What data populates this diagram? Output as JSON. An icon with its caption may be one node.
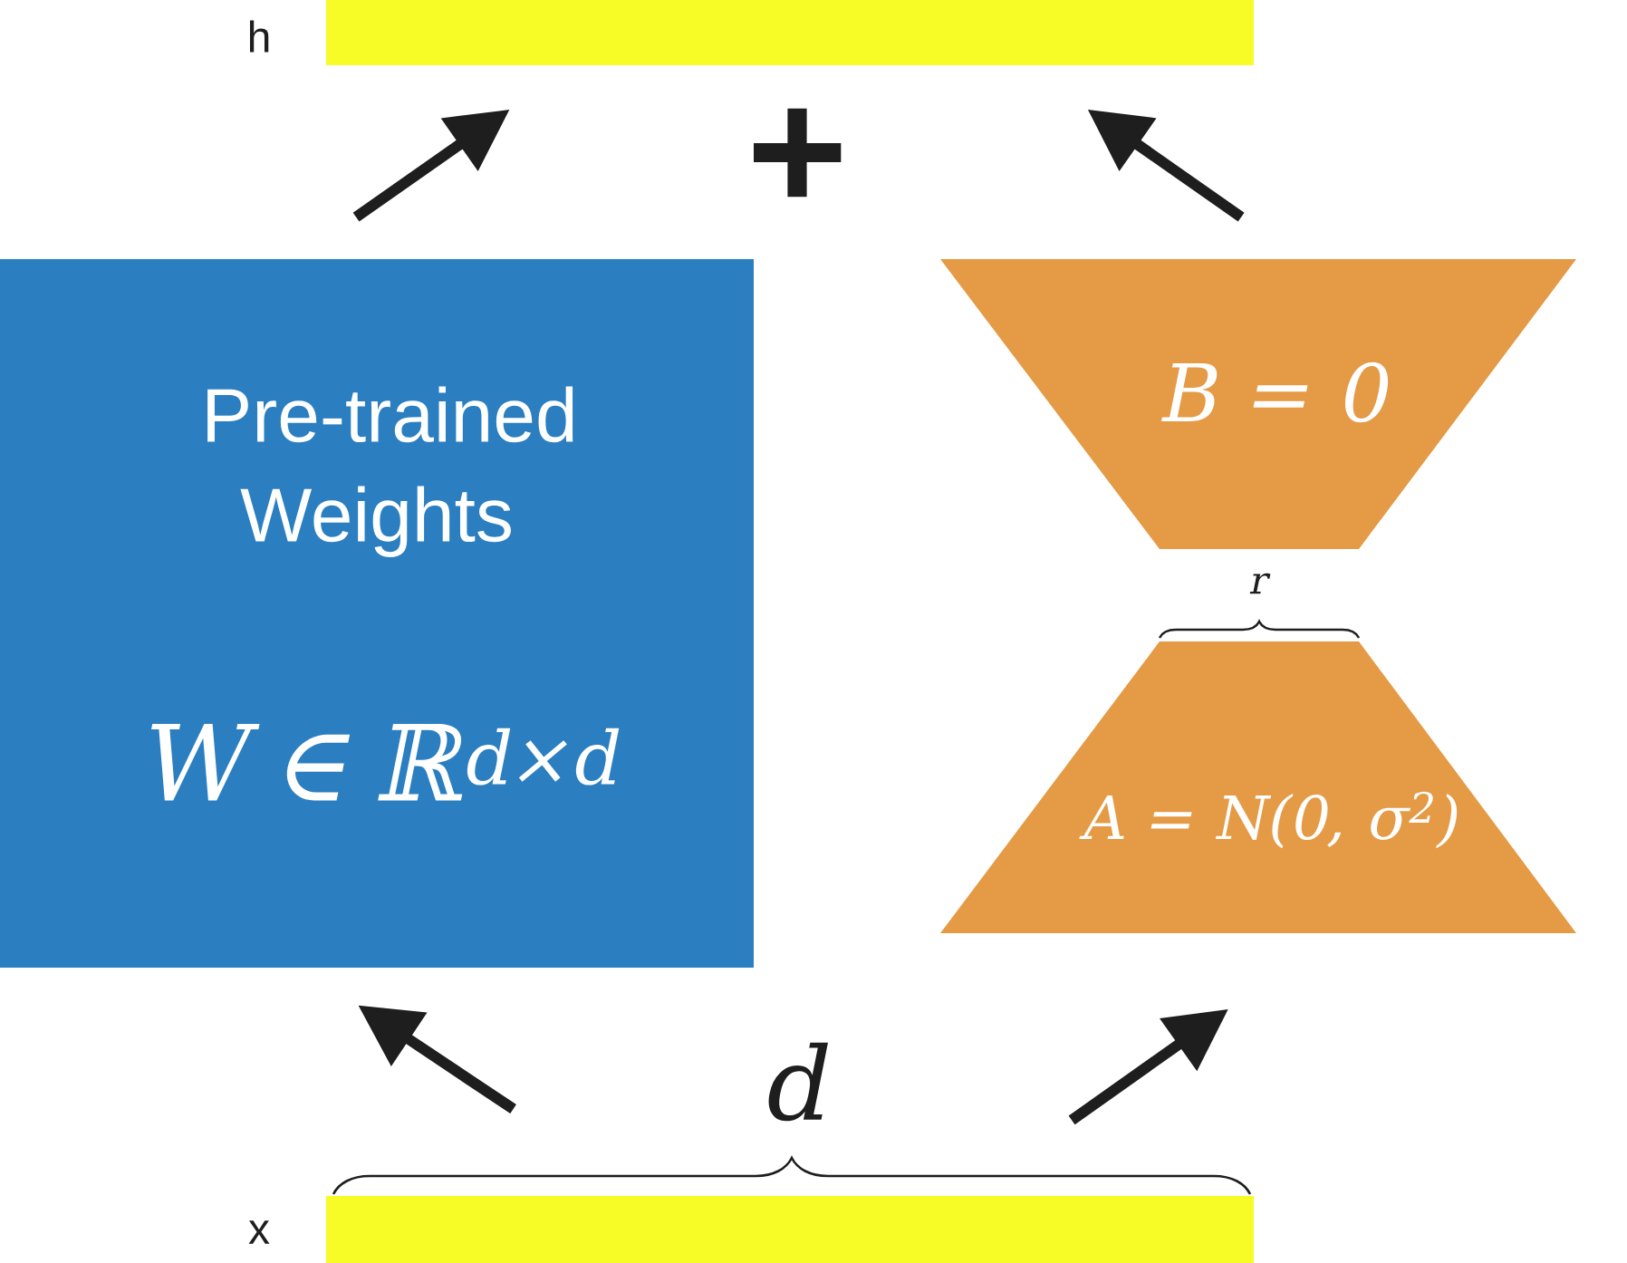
{
  "diagram": {
    "nodes": [
      {
        "text": [],
        "shape": "bar",
        "beside": [
          "h"
        ]
      },
      {
        "text": [
          "Pre-trained Weights",
          "W ∈ ℝ$^{d×d}$"
        ]
      },
      {
        "text": [
          "B = 0"
        ]
      },
      {
        "text": [
          "A = N(0, σ$^{2}$)"
        ]
      },
      {
        "text": [],
        "shape": "bar",
        "beside": [
          "x"
        ]
      }
    ],
    "edges": [
      {
        "from": 4,
        "to": 1,
        "arrow": "to"
      },
      {
        "from": 4,
        "to": 3,
        "arrow": "to"
      },
      {
        "from": 1,
        "to": 0,
        "arrow": "to"
      },
      {
        "from": 2,
        "to": 0,
        "arrow": "to"
      }
    ],
    "labels": [
      "+",
      "r",
      "d"
    ]
  }
}
